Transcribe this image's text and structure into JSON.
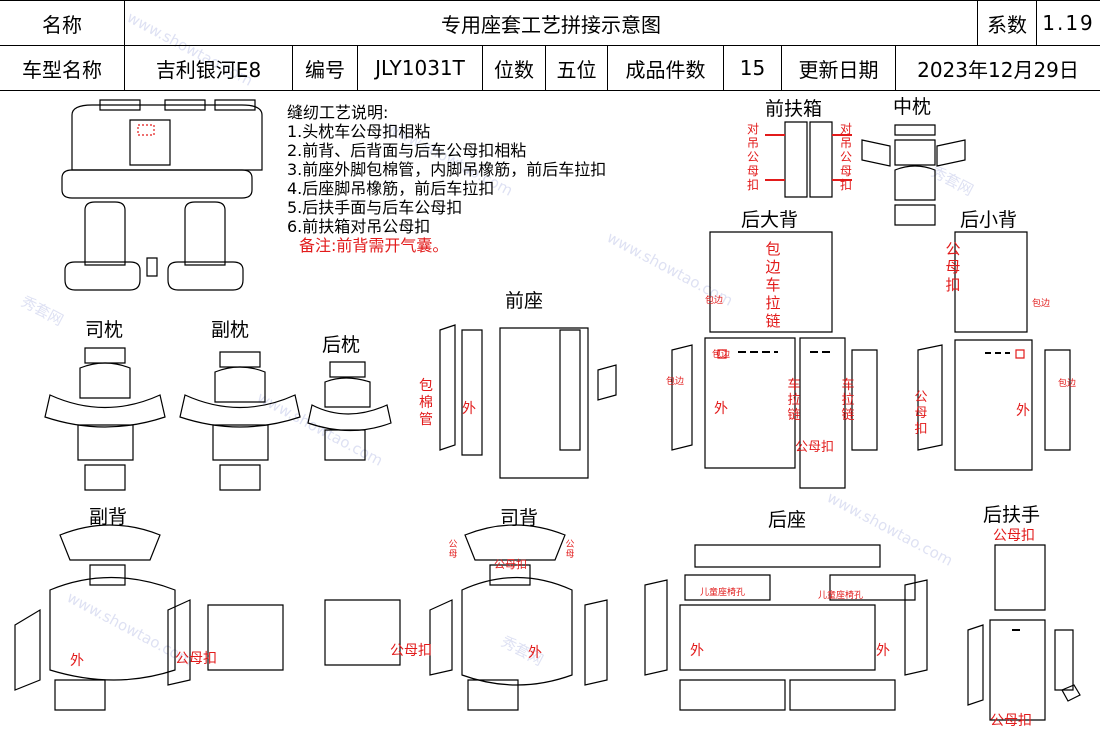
{
  "header": {
    "row1": {
      "name_label": "名称",
      "title": "专用座套工艺拼接示意图",
      "coef_label": "系数",
      "coef_value": "1.19"
    },
    "row2": {
      "model_label": "车型名称",
      "model_value": "吉利银河E8",
      "code_label": "编号",
      "code_value": "JLY1031T",
      "seats_label": "位数",
      "seats_value": "五位",
      "pieces_label": "成品件数",
      "pieces_value": "15",
      "date_label": "更新日期",
      "date_value": "2023年12月29日"
    }
  },
  "notes": {
    "heading": "缝纫工艺说明:",
    "items": [
      "1.头枕车公母扣相粘",
      "2.前背、后背面与后车公母扣相粘",
      "3.前座外脚包棉管，内脚吊橡筋，前后车拉扣",
      "4.后座脚吊橡筋，前后车拉扣",
      "5.后扶手面与后车公母扣",
      "6.前扶箱对吊公母扣"
    ],
    "remark": "备注:前背需开气囊。"
  },
  "sections": {
    "front_armrest_box": "前扶箱",
    "center_pillow": "中枕",
    "rear_big_back": "后大背",
    "rear_small_back": "后小背",
    "front_seat": "前座",
    "driver_pillow": "司枕",
    "passenger_pillow": "副枕",
    "rear_pillow": "后枕",
    "passenger_back": "副背",
    "driver_back": "司背",
    "rear_seat": "后座",
    "rear_armrest": "后扶手"
  },
  "annotations": {
    "dui_diao_gong_mu_kou": "对吊公母扣",
    "bao_mian_guan": "包棉管",
    "wai": "外",
    "gong_mu_kou": "公母扣",
    "bao_bian_che_la_lian": "包边车拉链",
    "che_la_lian": "车拉链",
    "bao_bian": "包边",
    "er_tong_zuo_yi_kong": "儿童座椅孔",
    "gong_mu": "公母"
  },
  "watermark": {
    "brand_cn": "秀套网",
    "site": "www.showtao.com"
  }
}
